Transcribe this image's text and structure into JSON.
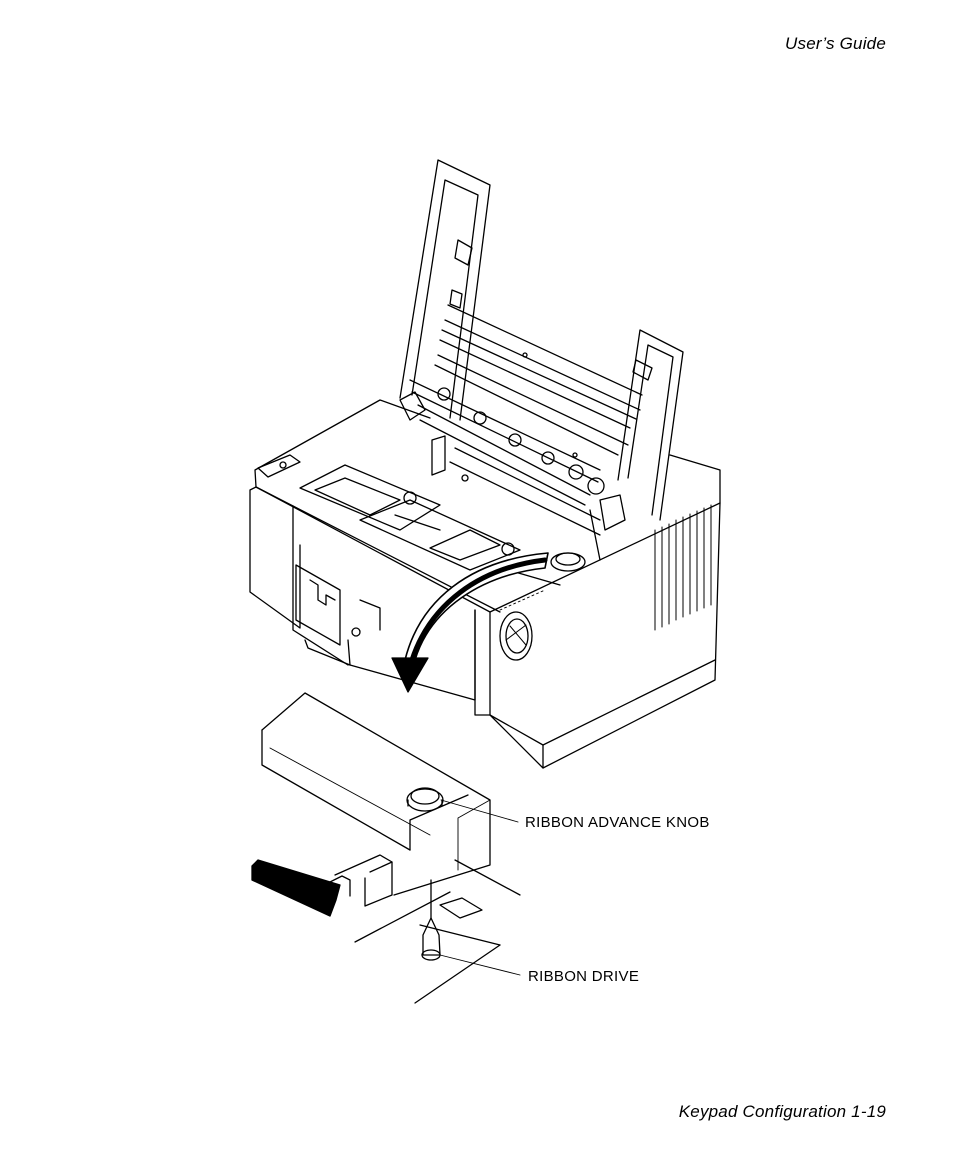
{
  "header": {
    "running_title": "User’s Guide"
  },
  "figure": {
    "callouts": {
      "ribbon_advance_knob": "RIBBON ADVANCE KNOB",
      "ribbon_drive": "RIBBON DRIVE"
    }
  },
  "footer": {
    "section_page": "Keypad Configuration  1-19"
  }
}
